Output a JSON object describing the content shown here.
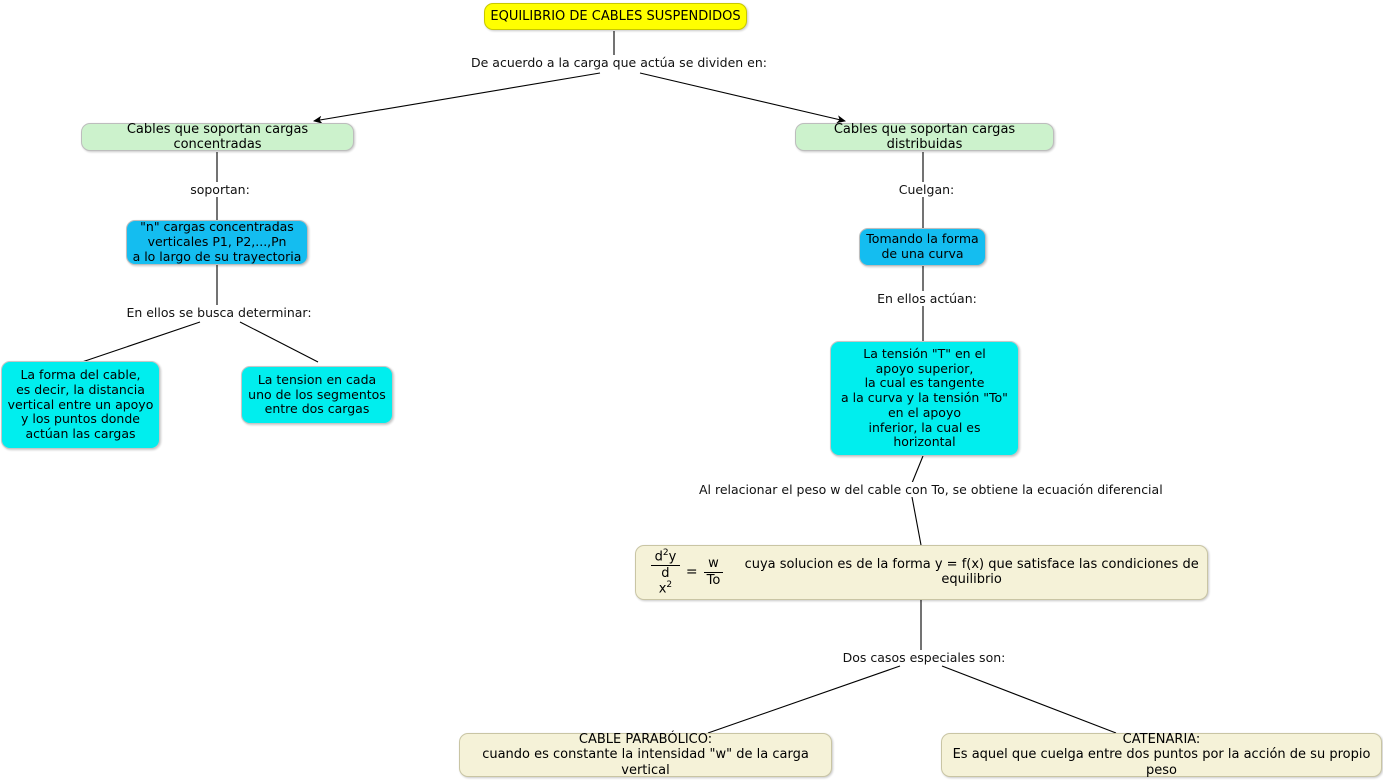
{
  "diagram": {
    "title": "EQUILIBRIO DE CABLES SUSPENDIDOS",
    "type": "concept-map",
    "background_color": "#ffffff",
    "palette": {
      "title_box": "#ffff00",
      "category_box": "#ccf2cc",
      "blue_box": "#14bdf0",
      "cyan_box": "#00eeee",
      "cream_box": "#f5f2d8",
      "connector": "#000000"
    }
  },
  "nodes": {
    "title": "EQUILIBRIO DE CABLES SUSPENDIDOS",
    "concentradas": "Cables que soportan cargas concentradas",
    "distribuidas": "Cables que soportan cargas distribuidas",
    "n_cargas": "\"n\" cargas concentradas\nverticales P1, P2,...,Pn\na lo largo de su trayectoria",
    "forma_cable": "La forma del cable,\nes decir, la distancia\nvertical entre un apoyo\ny los puntos donde\nactúan las cargas",
    "tension_segmentos": "La tension en cada\nuno de los segmentos\nentre dos cargas",
    "forma_curva": "Tomando la forma\nde una curva",
    "tension_T": "La tensión \"T\" en el\napoyo superior,\nla cual es tangente\na la curva y la tensión \"To\"\nen el apoyo\ninferior, la cual es\nhorizontal",
    "cable_parabolico": "CABLE PARABÓLICO:\ncuando es constante la intensidad \"w\" de la carga vertical",
    "catenaria": "CATENARIA:\nEs aquel que cuelga entre dos puntos por la acción de su propio peso"
  },
  "equation": {
    "numerator_left": "d",
    "numerator_left_sup": "2",
    "numerator_left_var": "y",
    "denominator_left": "d x",
    "denominator_left_sup": "2",
    "equals": "=",
    "numerator_right": "w",
    "denominator_right": "To",
    "tail": "cuya solucion es de la forma y = f(x) que satisface las condiciones de equilibrio",
    "plain": "d²y / dx² = w/To"
  },
  "edge_labels": {
    "de_acuerdo": "De acuerdo a la carga que actúa se dividen en:",
    "soportan": "soportan:",
    "cuelgan": "Cuelgan:",
    "busca_determinar": "En ellos se busca determinar:",
    "en_ellos_actuan": "En ellos actúan:",
    "al_relacionar": "Al relacionar el peso w del cable con To, se obtiene la ecuación diferencial",
    "dos_casos": "Dos casos especiales son:"
  }
}
